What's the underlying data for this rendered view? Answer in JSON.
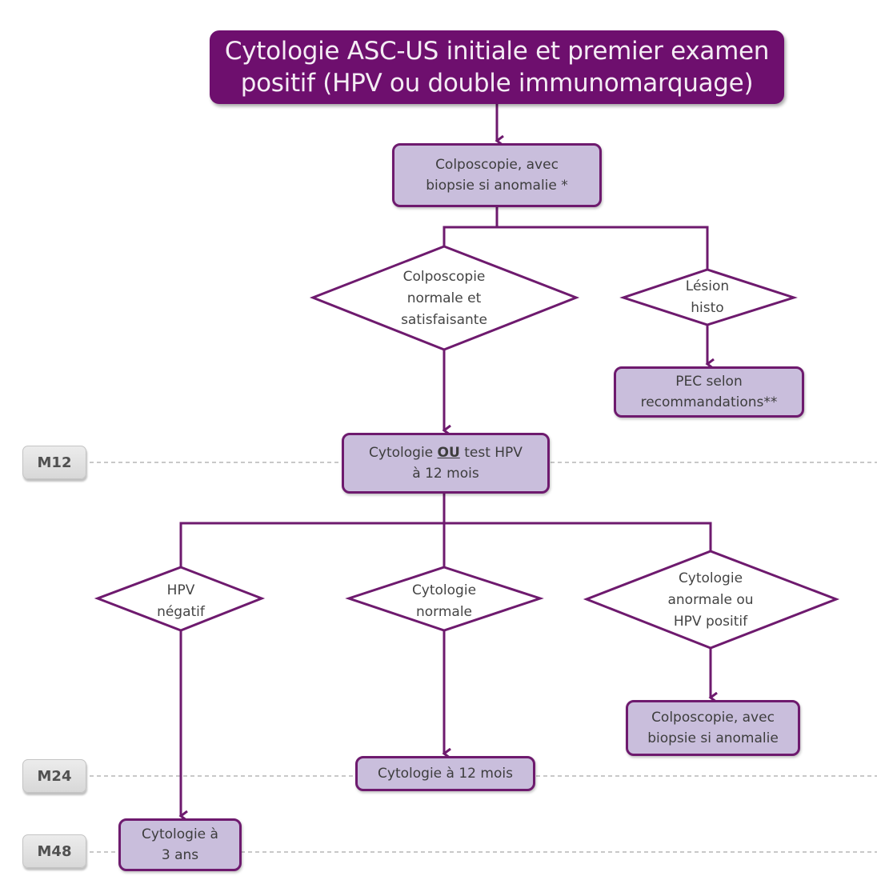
{
  "title": {
    "line1": "Cytologie ASC-US initiale et premier examen",
    "line2": "positif (HPV ou double immunomarquage)"
  },
  "nodes": {
    "colposcopie_initiale": {
      "line1": "Colposcopie, avec",
      "line2": "biopsie si anomalie *"
    },
    "colpo_normale": {
      "line1": "Colposcopie",
      "line2": "normale et",
      "line3": "satisfaisante"
    },
    "lesion_histo": {
      "line1": "Lésion",
      "line2": "histo"
    },
    "pec": {
      "line1": "PEC selon",
      "line2": "recommandations**"
    },
    "cyto_ou_hpv": {
      "prefix": "Cytologie ",
      "emphasis": "OU",
      "suffix": " test HPV",
      "line2": "à 12 mois"
    },
    "hpv_negatif": {
      "line1": "HPV",
      "line2": "négatif"
    },
    "cyto_normale": {
      "line1": "Cytologie",
      "line2": "normale"
    },
    "cyto_anormale": {
      "line1": "Cytologie",
      "line2": "anormale ou",
      "line3": "HPV positif"
    },
    "colposcopie_finale": {
      "line1": "Colposcopie, avec",
      "line2": "biopsie si anomalie"
    },
    "cyto_12_mois": {
      "line1": "Cytologie à 12 mois"
    },
    "cyto_3_ans": {
      "line1": "Cytologie à",
      "line2": "3 ans"
    }
  },
  "timeline": {
    "m12": "M12",
    "m24": "M24",
    "m48": "M48"
  },
  "colors": {
    "title_bg": "#6e0f6e",
    "connector": "#6e1a6e",
    "box_fill": "#c9bedc",
    "month_fill": "#dcdcdc"
  }
}
